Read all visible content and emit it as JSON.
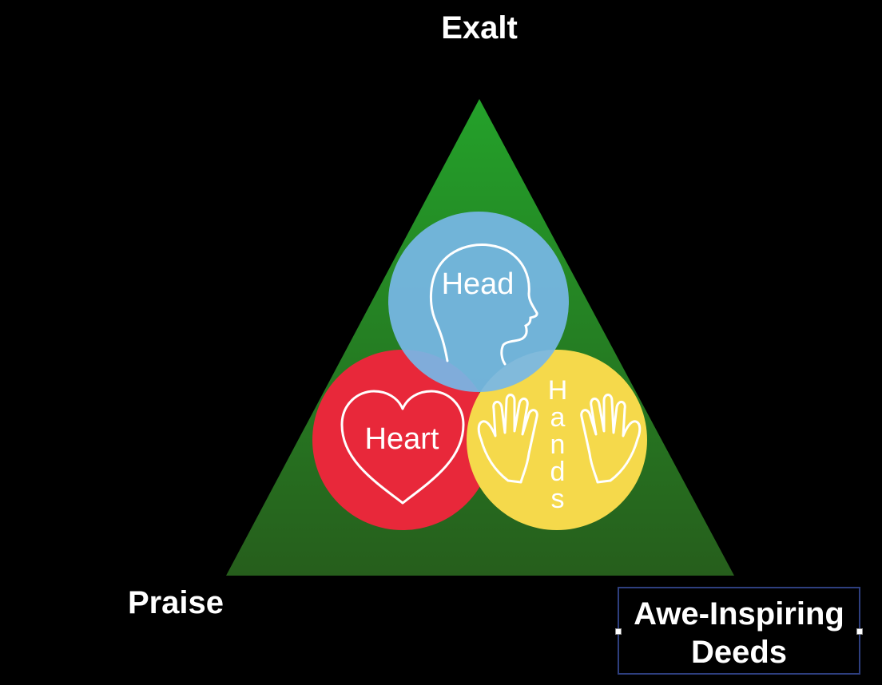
{
  "labels": {
    "top": "Exalt",
    "left": "Praise",
    "right": "Awe-Inspiring Deeds"
  },
  "circles": {
    "head": "Head",
    "heart": "Heart",
    "hands": "Hands"
  },
  "colors": {
    "background": "#000000",
    "triangle_top": "#24a12a",
    "triangle_bottom": "#265e1c",
    "head": "#77b7e6",
    "heart": "#e8283a",
    "hands": "#f5d94b",
    "text": "#ffffff",
    "selection_border": "#2e3f7f"
  },
  "icons": {
    "head": "head-profile-icon",
    "heart": "heart-icon",
    "hands": "open-hands-icon"
  }
}
